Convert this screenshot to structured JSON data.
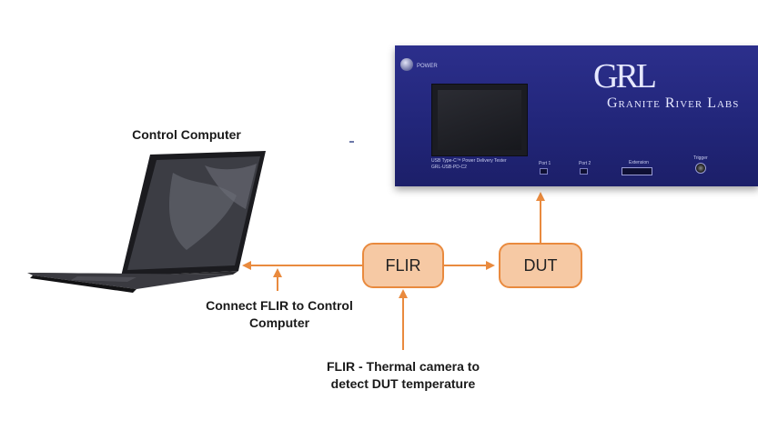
{
  "labels": {
    "control_computer": "Control Computer",
    "connect_flir": "Connect  FLIR to Control Computer",
    "flir_desc": "FLIR - Thermal camera to detect DUT temperature"
  },
  "boxes": {
    "flir": "FLIR",
    "dut": "DUT"
  },
  "tester": {
    "power": "POWER",
    "logo": "GRL",
    "company": "Granite River Labs",
    "model_line1": "USB Type-C™ Power Delivery Tester",
    "model_line2": "GRL-USB-PD-C2",
    "port1": "Port 1",
    "port2": "Port 2",
    "extension": "Extension",
    "trigger": "Trigger"
  },
  "colors": {
    "arrow": "#e98a3e",
    "box_fill": "#f6c9a4",
    "tester_body": "#24287d"
  }
}
